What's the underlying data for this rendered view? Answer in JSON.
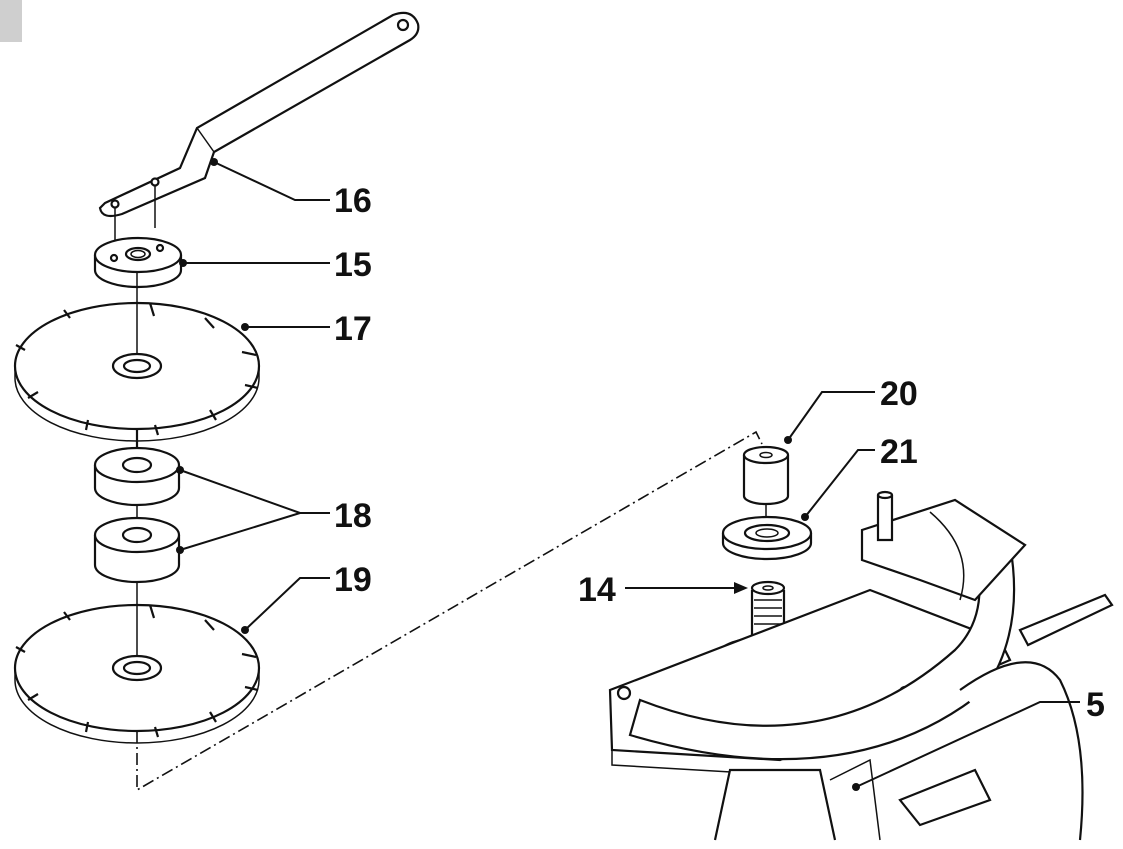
{
  "callouts": {
    "c5": "5",
    "c14": "14",
    "c15": "15",
    "c16": "16",
    "c17": "17",
    "c18": "18",
    "c19": "19",
    "c20": "20",
    "c21": "21"
  },
  "colors": {
    "ink": "#111111",
    "corner_tab": "#cfcfcf"
  }
}
